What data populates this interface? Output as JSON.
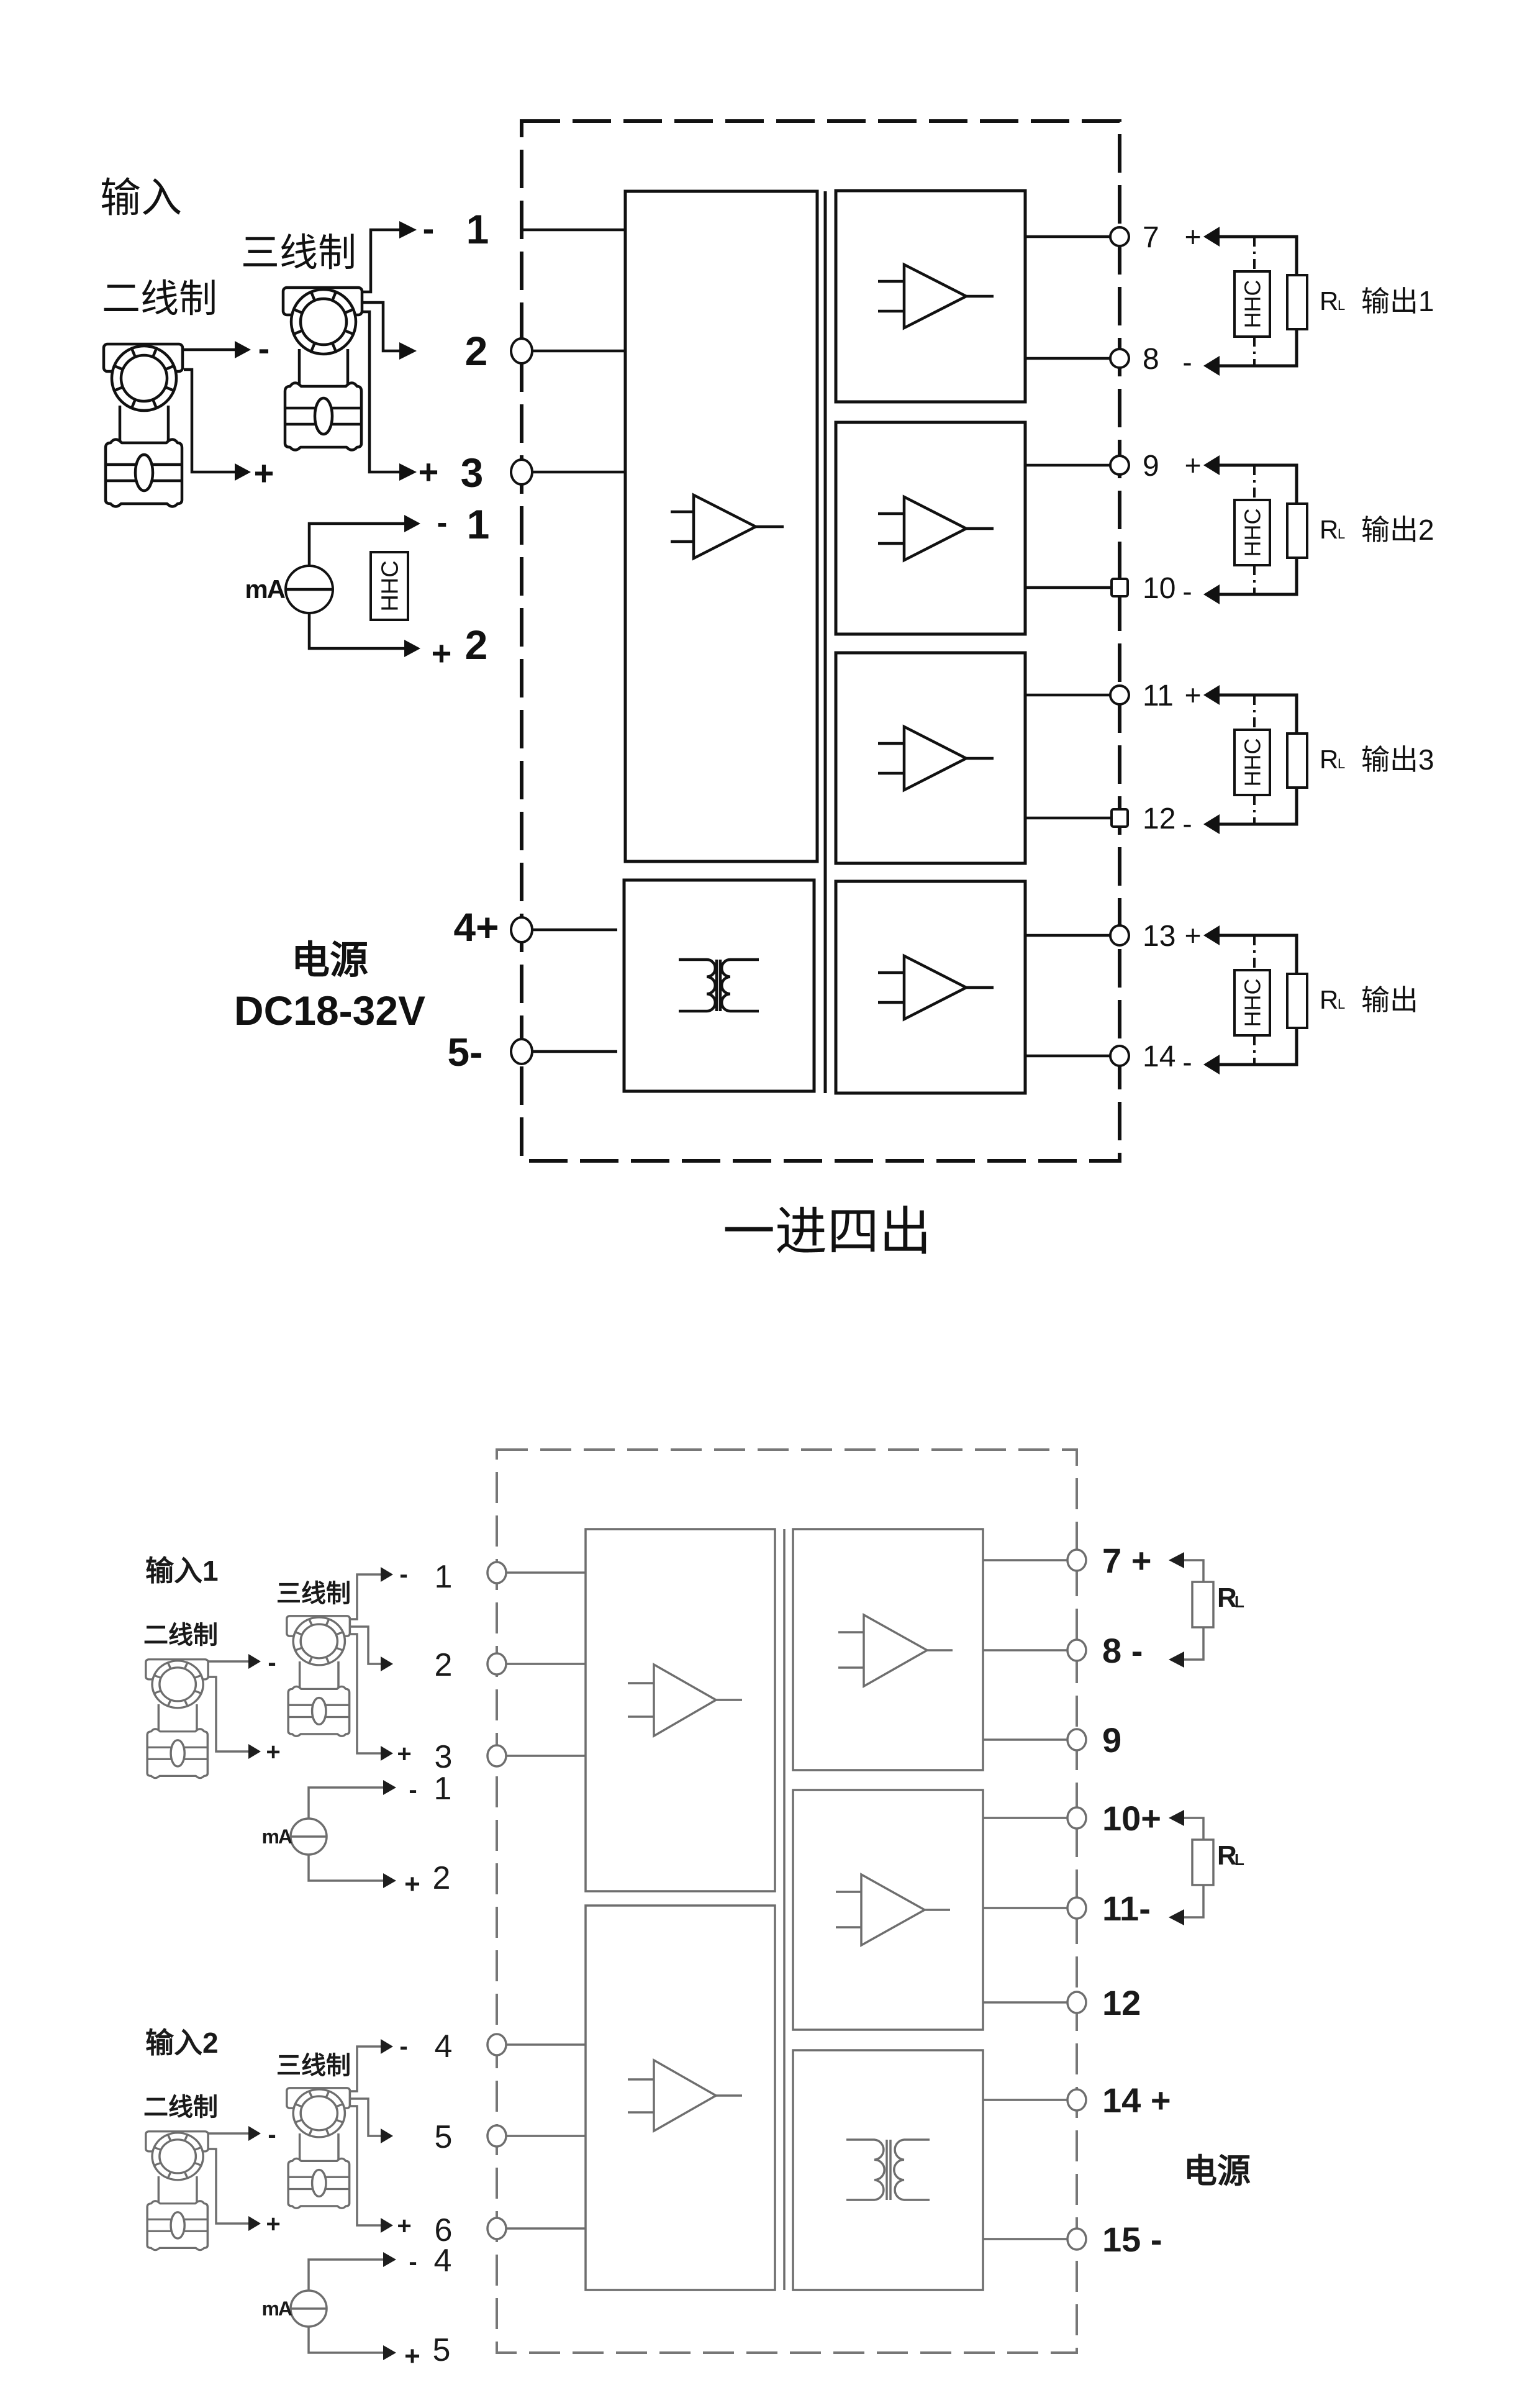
{
  "colors": {
    "ink": "#111111",
    "secondary_ink": "#6e6e6e",
    "background": "#ffffff"
  },
  "top_diagram": {
    "title": "一进四出",
    "input": {
      "label": "输入",
      "two_wire": {
        "label": "二线制",
        "neg_sign": "-",
        "pos_sign": "+"
      },
      "three_wire": {
        "label": "三线制",
        "neg_sign": "-",
        "pos_sign": "+"
      },
      "terminals": [
        "1",
        "2",
        "3"
      ],
      "current_source": {
        "label": "mA",
        "neg_sign": "-",
        "neg_terminal": "1",
        "pos_sign": "+",
        "pos_terminal": "2",
        "hart_module": "HHC"
      }
    },
    "power": {
      "label": "电源",
      "spec": "DC18-32V",
      "pos_terminal": "4+",
      "neg_terminal": "5-"
    },
    "outputs": [
      {
        "name": "输出1",
        "pos_terminal": "7",
        "pos_sign": "+",
        "neg_terminal": "8",
        "neg_sign": "-",
        "load": "R",
        "load_subscript": "L",
        "hart_module": "HHC"
      },
      {
        "name": "输出2",
        "pos_terminal": "9",
        "pos_sign": "+",
        "neg_terminal": "10",
        "neg_sign": "-",
        "load": "R",
        "load_subscript": "L",
        "hart_module": "HHC"
      },
      {
        "name": "输出3",
        "pos_terminal": "11",
        "pos_sign": "+",
        "neg_terminal": "12",
        "neg_sign": "-",
        "load": "R",
        "load_subscript": "L",
        "hart_module": "HHC"
      },
      {
        "name": "输出",
        "pos_terminal": "13",
        "pos_sign": "+",
        "neg_terminal": "14",
        "neg_sign": "-",
        "load": "R",
        "load_subscript": "L",
        "hart_module": "HHC"
      }
    ]
  },
  "bottom_diagram": {
    "inputs": [
      {
        "label": "输入1",
        "two_wire": {
          "label": "二线制",
          "neg_sign": "-",
          "pos_sign": "+"
        },
        "three_wire": {
          "label": "三线制",
          "neg_sign": "-",
          "pos_sign": "+"
        },
        "terminals": [
          "1",
          "2",
          "3"
        ],
        "current_source": {
          "label": "mA",
          "neg_sign": "-",
          "neg_terminal": "1",
          "pos_sign": "+",
          "pos_terminal": "2"
        }
      },
      {
        "label": "输入2",
        "two_wire": {
          "label": "二线制",
          "neg_sign": "-",
          "pos_sign": "+"
        },
        "three_wire": {
          "label": "三线制",
          "neg_sign": "-",
          "pos_sign": "+"
        },
        "terminals": [
          "4",
          "5",
          "6"
        ],
        "current_source": {
          "label": "mA",
          "neg_sign": "-",
          "neg_terminal": "4",
          "pos_sign": "+",
          "pos_terminal": "5"
        }
      }
    ],
    "output_terminals": [
      "7 +",
      "8 -",
      "9",
      "10+",
      "11-",
      "12"
    ],
    "loads": [
      {
        "label": "R",
        "subscript": "L"
      },
      {
        "label": "R",
        "subscript": "L"
      }
    ],
    "power": {
      "label": "电源",
      "terminals": [
        "14 +",
        "15 -"
      ]
    }
  }
}
